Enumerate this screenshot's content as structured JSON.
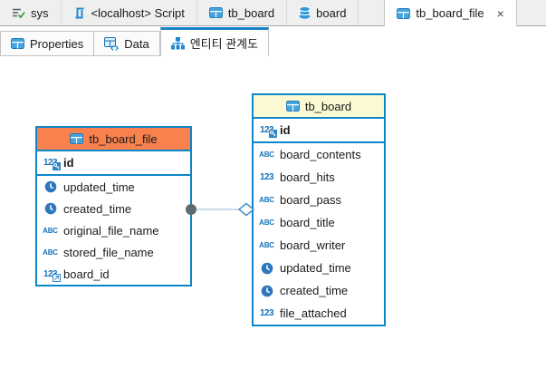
{
  "editor_tabs": {
    "items": [
      {
        "label": "sys",
        "icon": "sys-checklist-icon",
        "selected": false
      },
      {
        "label": "<localhost> Script",
        "icon": "sql-script-icon",
        "selected": false
      },
      {
        "label": "tb_board",
        "icon": "table-icon",
        "selected": false
      },
      {
        "label": "board",
        "icon": "database-icon",
        "selected": false
      },
      {
        "label": "tb_board_file",
        "icon": "table-icon",
        "selected": true,
        "close_glyph": "×"
      }
    ]
  },
  "view_tabs": {
    "items": [
      {
        "label": "Properties",
        "icon": "table-icon",
        "selected": false
      },
      {
        "label": "Data",
        "icon": "data-grid-icon",
        "selected": false
      },
      {
        "label": "엔티티 관계도",
        "icon": "er-diagram-icon",
        "selected": true
      }
    ]
  },
  "type_glyphs": {
    "number": "123",
    "text": "ABC"
  },
  "colors": {
    "accent_blue": "#0D87C9",
    "icon_blue": "#1673B9",
    "header_orange": "#F8814E",
    "header_yellow": "#FBF9D3",
    "connector_line": "#A8C7E0",
    "connector_circle": "#5E6A71",
    "tabbar_bg": "#EFEFEF"
  },
  "diagram": {
    "entities": [
      {
        "name": "tb_board_file",
        "header_color": "#F8814E",
        "columns": [
          {
            "name": "id",
            "type": "number",
            "key": "primary"
          },
          {
            "name": "updated_time",
            "type": "datetime"
          },
          {
            "name": "created_time",
            "type": "datetime"
          },
          {
            "name": "original_file_name",
            "type": "text"
          },
          {
            "name": "stored_file_name",
            "type": "text"
          },
          {
            "name": "board_id",
            "type": "number",
            "key": "foreign"
          }
        ]
      },
      {
        "name": "tb_board",
        "header_color": "#FBF9D3",
        "columns": [
          {
            "name": "id",
            "type": "number",
            "key": "primary"
          },
          {
            "name": "board_contents",
            "type": "text"
          },
          {
            "name": "board_hits",
            "type": "number"
          },
          {
            "name": "board_pass",
            "type": "text"
          },
          {
            "name": "board_title",
            "type": "text"
          },
          {
            "name": "board_writer",
            "type": "text"
          },
          {
            "name": "updated_time",
            "type": "datetime"
          },
          {
            "name": "created_time",
            "type": "datetime"
          },
          {
            "name": "file_attached",
            "type": "number"
          }
        ]
      }
    ],
    "relationship": {
      "from_entity": "tb_board_file",
      "from_column": "board_id",
      "to_entity": "tb_board",
      "to_column": "id",
      "notation": "filled-circle to hollow-diamond"
    }
  }
}
